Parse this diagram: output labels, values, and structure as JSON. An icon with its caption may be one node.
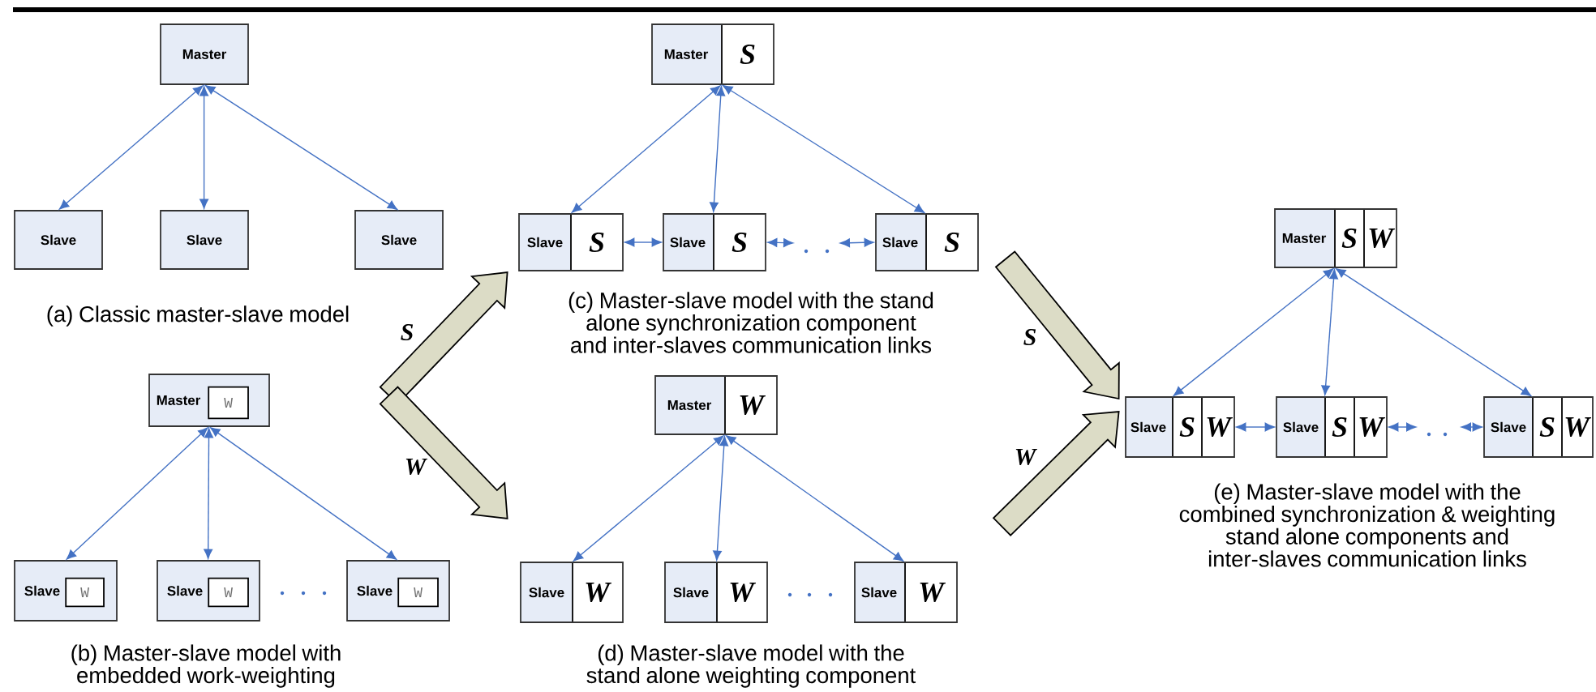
{
  "diagram": {
    "nodes": [
      {
        "text": [
          "Master"
        ]
      },
      {
        "text": [
          "Slave"
        ]
      },
      {
        "text": [
          "Slave"
        ]
      },
      {
        "text": [
          "Slave"
        ]
      },
      {
        "text": [
          "Master"
        ]
      },
      {
        "text": [
          "W"
        ],
        "in": 4
      },
      {
        "text": [
          "Slave"
        ]
      },
      {
        "text": [
          "W"
        ],
        "in": 6
      },
      {
        "text": [
          "Slave"
        ]
      },
      {
        "text": [
          "W"
        ],
        "in": 8
      },
      {
        "text": [
          "Slave"
        ]
      },
      {
        "text": [
          "W"
        ],
        "in": 10
      },
      {
        "text": [
          "Master",
          "S"
        ]
      },
      {
        "text": [
          "Slave",
          "S"
        ]
      },
      {
        "text": [
          "Slave",
          "S"
        ]
      },
      {
        "text": [
          "Slave",
          "S"
        ]
      },
      {
        "text": [
          "Master",
          "W"
        ]
      },
      {
        "text": [
          "Slave",
          "W"
        ]
      },
      {
        "text": [
          "Slave",
          "W"
        ]
      },
      {
        "text": [
          "Slave",
          "W"
        ]
      },
      {
        "text": [
          "Master",
          "S",
          "W"
        ]
      },
      {
        "text": [
          "Slave",
          "S",
          "W"
        ]
      },
      {
        "text": [
          "Slave",
          "S",
          "W"
        ]
      },
      {
        "text": [
          "Slave",
          "S",
          "W"
        ]
      }
    ],
    "edges": [
      {
        "from": 0,
        "to": 1,
        "arrow": "both"
      },
      {
        "from": 0,
        "to": 2,
        "arrow": "both"
      },
      {
        "from": 0,
        "to": 3,
        "arrow": "both"
      },
      {
        "from": 4,
        "to": 6,
        "arrow": "both"
      },
      {
        "from": 4,
        "to": 8,
        "arrow": "both"
      },
      {
        "from": 4,
        "to": 10,
        "arrow": "both"
      },
      {
        "from": 12,
        "to": 13,
        "arrow": "both"
      },
      {
        "from": 12,
        "to": 14,
        "arrow": "both"
      },
      {
        "from": 12,
        "to": 15,
        "arrow": "both"
      },
      {
        "from": 13,
        "to": 14,
        "arrow": "both"
      },
      {
        "from": 14,
        "to": null,
        "arrow": "both"
      },
      {
        "from": null,
        "to": 15,
        "arrow": "both"
      },
      {
        "from": 16,
        "to": 17,
        "arrow": "both"
      },
      {
        "from": 16,
        "to": 18,
        "arrow": "both"
      },
      {
        "from": 16,
        "to": 19,
        "arrow": "both"
      },
      {
        "from": 20,
        "to": 21,
        "arrow": "both"
      },
      {
        "from": 20,
        "to": 22,
        "arrow": "both"
      },
      {
        "from": 20,
        "to": 23,
        "arrow": "both"
      },
      {
        "from": 21,
        "to": 22,
        "arrow": "both"
      },
      {
        "from": 22,
        "to": null,
        "arrow": "both"
      },
      {
        "from": null,
        "to": 23,
        "arrow": "both"
      },
      {
        "from": null,
        "to": 13,
        "arrow": "to",
        "label": "S",
        "style": "thick",
        "color": "#dcdcc6"
      },
      {
        "from": null,
        "to": 17,
        "arrow": "to",
        "label": "W",
        "style": "thick",
        "color": "#dcdcc6"
      },
      {
        "from": null,
        "to": 21,
        "arrow": "to",
        "label": "S",
        "style": "thick",
        "color": "#dcdcc6"
      },
      {
        "from": null,
        "to": 21,
        "arrow": "to",
        "label": "W",
        "style": "thick",
        "color": "#dcdcc6"
      }
    ],
    "labels": [
      "(a) Classic master-slave model",
      "(b) Master-slave model with embedded work-weighting",
      "(c) Master-slave model with the stand alone synchronization component and inter-slaves communication links",
      "(d) Master-slave model with the stand alone weighting component",
      "(e) Master-slave model with the combined synchronization & weighting stand alone components and inter-slaves communication links"
    ]
  }
}
